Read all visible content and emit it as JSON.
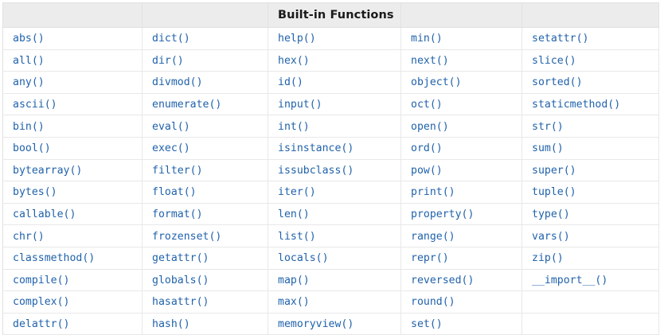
{
  "table": {
    "title": "Built-in Functions",
    "title_column_index": 2,
    "header_cells": [
      "",
      "",
      "Built-in Functions",
      "",
      ""
    ],
    "column_count": 5,
    "row_count": 14,
    "columns": [
      {
        "index": 0,
        "name": "column-1",
        "items": [
          "abs()",
          "all()",
          "any()",
          "ascii()",
          "bin()",
          "bool()",
          "bytearray()",
          "bytes()",
          "callable()",
          "chr()",
          "classmethod()",
          "compile()",
          "complex()",
          "delattr()"
        ]
      },
      {
        "index": 1,
        "name": "column-2",
        "items": [
          "dict()",
          "dir()",
          "divmod()",
          "enumerate()",
          "eval()",
          "exec()",
          "filter()",
          "float()",
          "format()",
          "frozenset()",
          "getattr()",
          "globals()",
          "hasattr()",
          "hash()"
        ]
      },
      {
        "index": 2,
        "name": "column-3",
        "items": [
          "help()",
          "hex()",
          "id()",
          "input()",
          "int()",
          "isinstance()",
          "issubclass()",
          "iter()",
          "len()",
          "list()",
          "locals()",
          "map()",
          "max()",
          "memoryview()"
        ]
      },
      {
        "index": 3,
        "name": "column-4",
        "items": [
          "min()",
          "next()",
          "object()",
          "oct()",
          "open()",
          "ord()",
          "pow()",
          "print()",
          "property()",
          "range()",
          "repr()",
          "reversed()",
          "round()",
          "set()"
        ]
      },
      {
        "index": 4,
        "name": "column-5",
        "items": [
          "setattr()",
          "slice()",
          "sorted()",
          "staticmethod()",
          "str()",
          "sum()",
          "super()",
          "tuple()",
          "type()",
          "vars()",
          "zip()",
          "__import__()",
          "",
          ""
        ]
      }
    ]
  },
  "colors": {
    "link": "#2062ab",
    "header_background": "#ececec",
    "header_text": "#1a1a1a",
    "cell_background": "#ffffff",
    "border": "#e8e8e8",
    "page_background": "#ffffff"
  }
}
